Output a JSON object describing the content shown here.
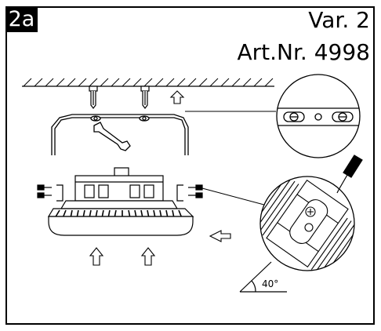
{
  "step": "2a",
  "variant": "Var. 2",
  "article": "Art.Nr. 4998",
  "angle_label": "40°",
  "icons": [
    "wrench-icon",
    "screwdriver-icon",
    "arrow-up-icon",
    "arrow-left-icon"
  ],
  "colors": {
    "line": "#000000",
    "background": "#ffffff"
  }
}
